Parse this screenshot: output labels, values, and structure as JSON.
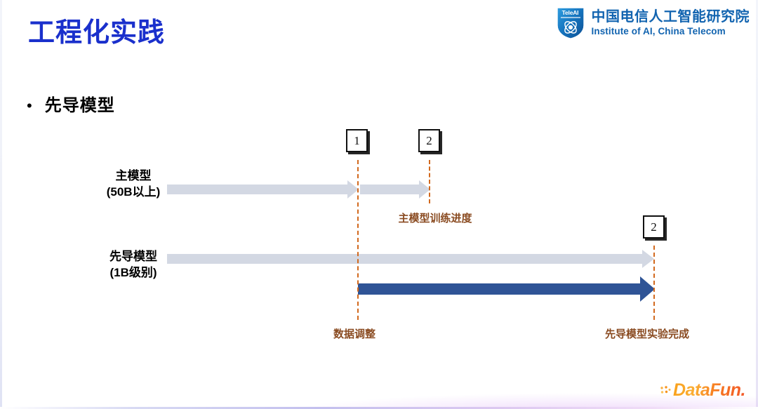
{
  "slide": {
    "title": "工程化实践",
    "bullet": {
      "marker": "•",
      "label": "先导模型"
    }
  },
  "brand": {
    "shield_text": "TeleAI",
    "name_cn": "中国电信人工智能研究院",
    "name_en": "Institute of AI, China Telecom",
    "color": "#1264b0"
  },
  "diagram": {
    "rows": [
      {
        "name": "main-model",
        "label_line1": "主模型",
        "label_line2": "(50B以上)"
      },
      {
        "name": "pilot-model",
        "label_line1": "先导模型",
        "label_line2": "(1B级别)"
      }
    ],
    "markers": [
      {
        "id": "marker-1",
        "label": "1"
      },
      {
        "id": "marker-2-top",
        "label": "2"
      },
      {
        "id": "marker-2-bottom",
        "label": "2"
      }
    ],
    "callouts": [
      {
        "id": "main-progress",
        "text": "主模型训练进度"
      },
      {
        "id": "data-adjust",
        "text": "数据调整"
      },
      {
        "id": "pilot-done",
        "text": "先导模型实验完成"
      }
    ],
    "colors": {
      "grey_arrow": "#d3d8e3",
      "blue_arrow": "#2f5496",
      "dashed_guide": "#d2691e",
      "callout_text": "#8a4b21",
      "title_blue": "#1a30cc"
    }
  },
  "footer": {
    "logo_text": "DataFun.",
    "logo_accent": "#f7941e"
  }
}
